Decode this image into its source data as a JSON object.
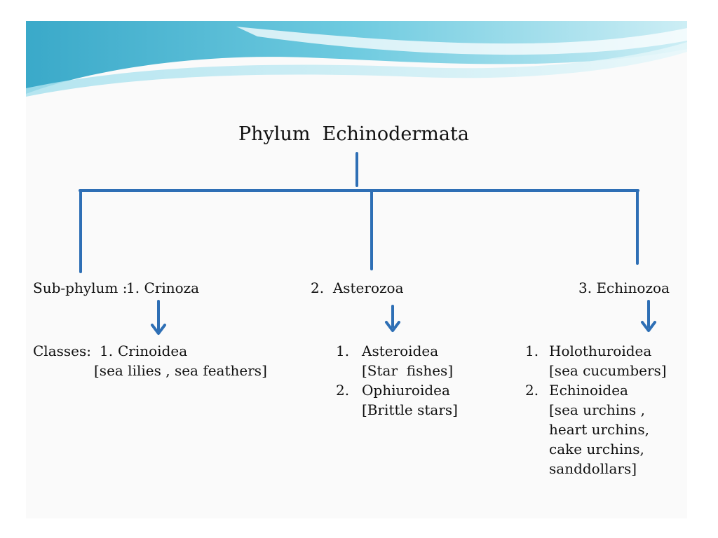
{
  "title": {
    "prefix": "Phylum",
    "name": "Echinodermata"
  },
  "subphyla_label": "Sub-phylum :",
  "classes_label": "Classes:",
  "subphyla": [
    {
      "num": "1.",
      "name": "Crinoza"
    },
    {
      "num": "2.",
      "name": "Asterozoa"
    },
    {
      "num": "3.",
      "name": "Echinozoa"
    }
  ],
  "crinoza_classes": [
    {
      "num": "1.",
      "name": "Crinoidea",
      "common": "[sea lilies , sea feathers]"
    }
  ],
  "asterozoa_classes": [
    {
      "num": "1.",
      "name": "Asteroidea",
      "common": "[Star  fishes]"
    },
    {
      "num": "2.",
      "name": "Ophiuroidea",
      "common": "[Brittle stars]"
    }
  ],
  "echinozoa_classes": [
    {
      "num": "1.",
      "name": "Holothuroidea",
      "common": "[sea cucumbers]"
    },
    {
      "num": "2.",
      "name": "Echinoidea",
      "common_lines": [
        "[sea urchins ,",
        "heart urchins,",
        "cake urchins,",
        "sanddollars]"
      ]
    }
  ],
  "colors": {
    "connector": "#2e6fb5",
    "banner_light": "#cdeef5",
    "banner_mid": "#6fcbe0",
    "banner_dark": "#3aa9c9"
  }
}
